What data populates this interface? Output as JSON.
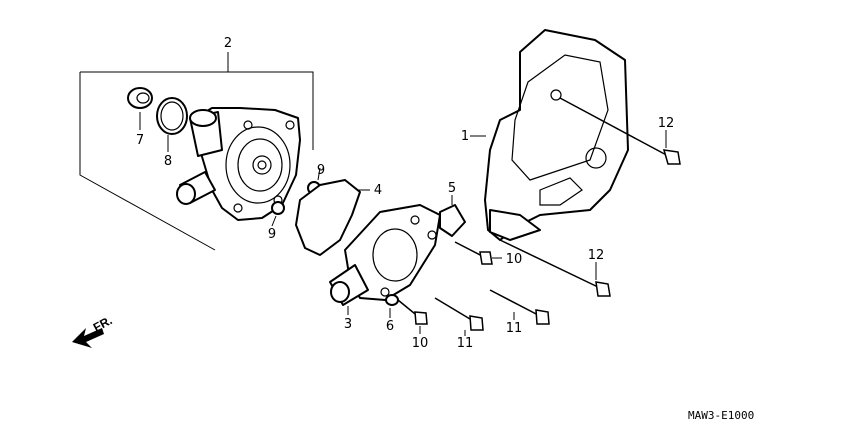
{
  "diagram": {
    "code": "MAW3-E1000",
    "direction_label": "FR.",
    "callouts": [
      {
        "id": "c-2",
        "text": "2"
      },
      {
        "id": "c-7",
        "text": "7"
      },
      {
        "id": "c-8",
        "text": "8"
      },
      {
        "id": "c-9a",
        "text": "9"
      },
      {
        "id": "c-9b",
        "text": "9"
      },
      {
        "id": "c-4",
        "text": "4"
      },
      {
        "id": "c-1",
        "text": "1"
      },
      {
        "id": "c-5",
        "text": "5"
      },
      {
        "id": "c-12a",
        "text": "12"
      },
      {
        "id": "c-12b",
        "text": "12"
      },
      {
        "id": "c-10a",
        "text": "10"
      },
      {
        "id": "c-10b",
        "text": "10"
      },
      {
        "id": "c-3",
        "text": "3"
      },
      {
        "id": "c-6",
        "text": "6"
      },
      {
        "id": "c-11a",
        "text": "11"
      },
      {
        "id": "c-11b",
        "text": "11"
      }
    ]
  }
}
